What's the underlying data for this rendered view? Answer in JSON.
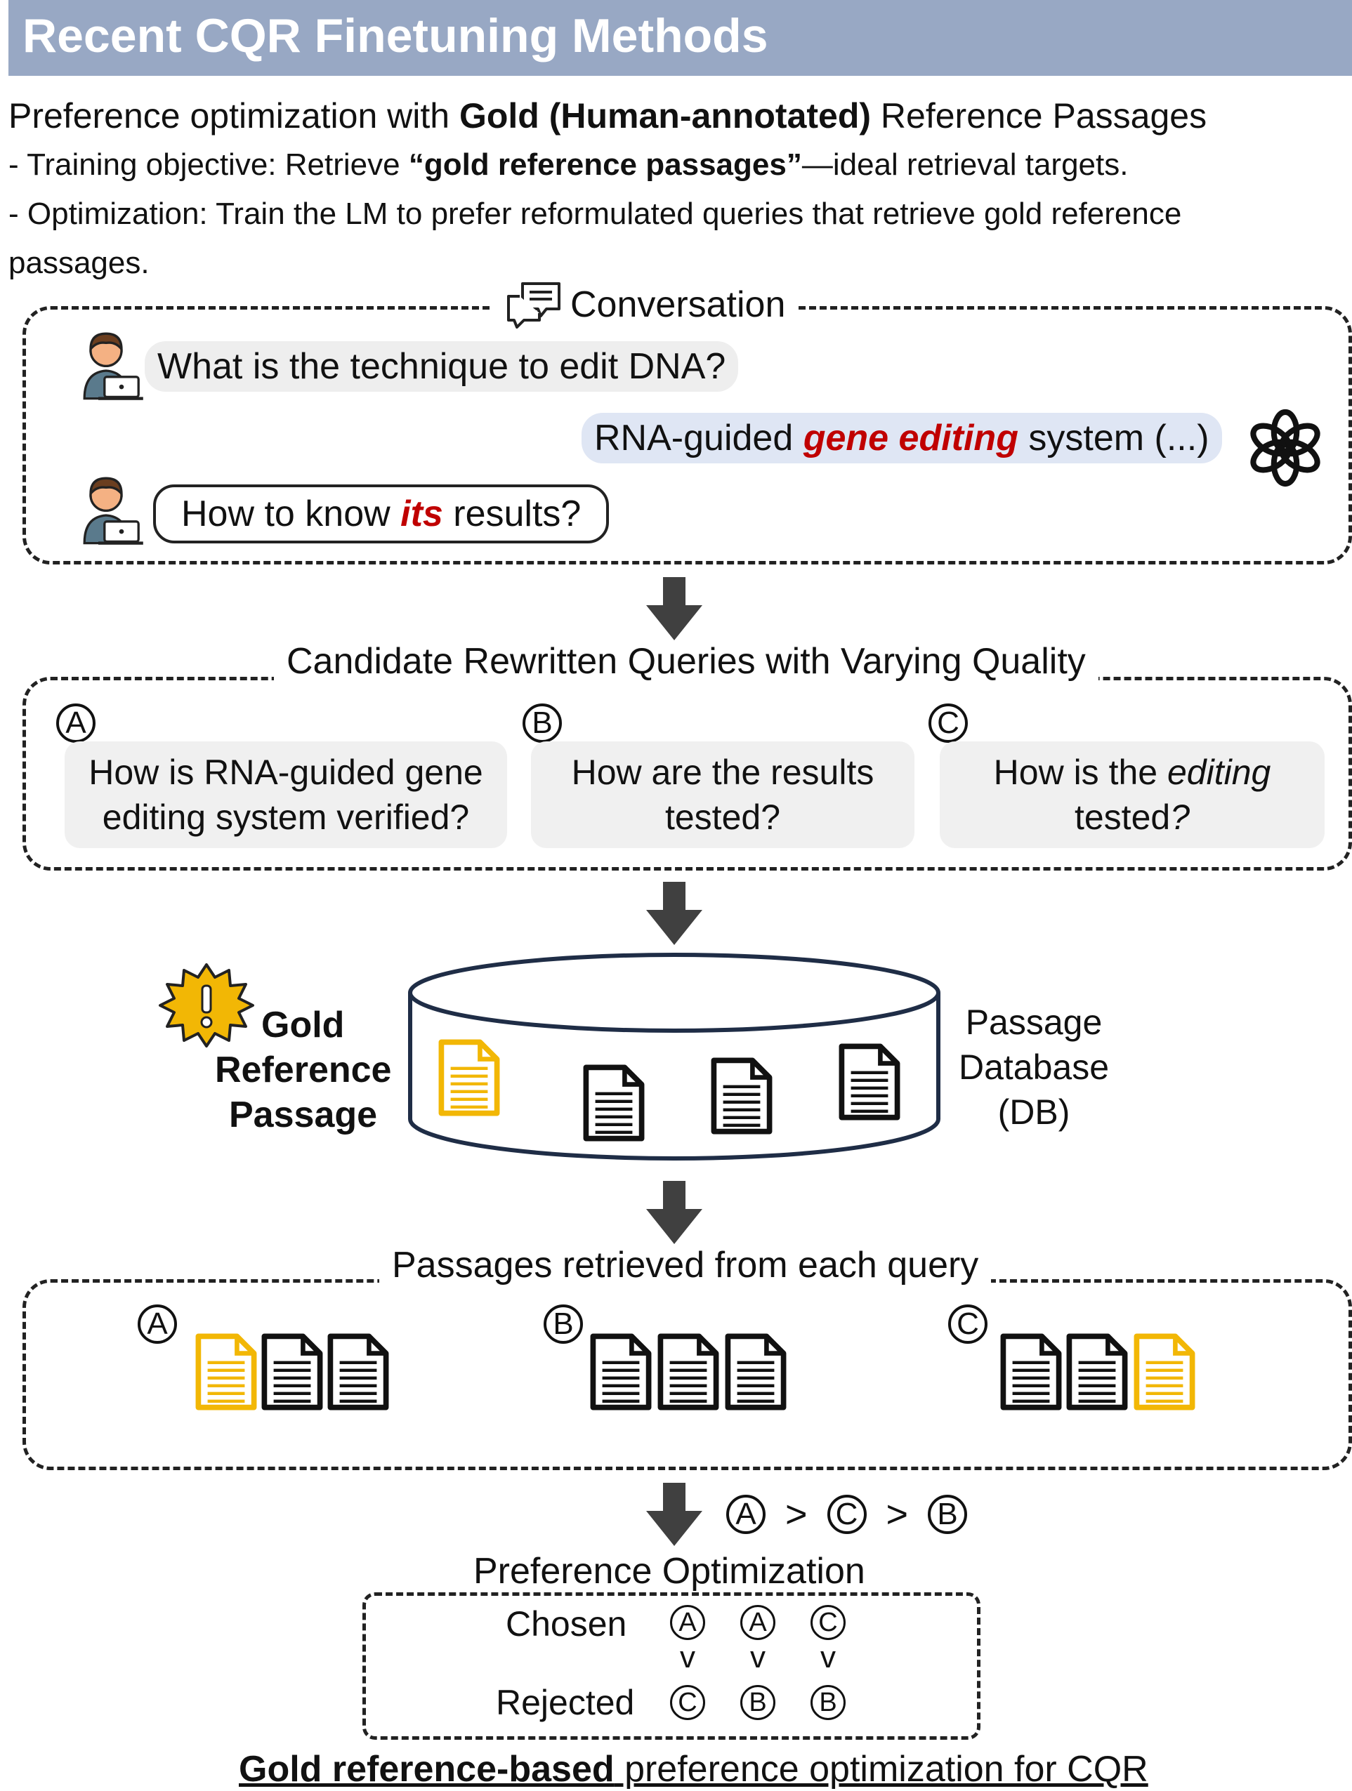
{
  "title": "Recent CQR Finetuning Methods",
  "heading": {
    "pre": "Preference optimization with ",
    "bold": "Gold (Human-annotated)",
    "post": " Reference Passages"
  },
  "bullets": {
    "b1_pre": "-  Training objective: Retrieve ",
    "b1_bold": "“gold reference passages”",
    "b1_post": "—ideal retrieval targets.",
    "b2_line1": "-  Optimization: Train the LM to prefer reformulated queries that retrieve gold reference",
    "b2_line2": "passages."
  },
  "conversation": {
    "label": "Conversation",
    "user_q1": "What is the technique to edit DNA?",
    "bot_pre": "RNA-guided ",
    "bot_em": "gene editing",
    "bot_post": " system (...)",
    "user_q2_pre": "How to know ",
    "user_q2_em": "its",
    "user_q2_post": " results?"
  },
  "candidates": {
    "label": "Candidate Rewritten Queries with Varying Quality",
    "a_mark": "A",
    "b_mark": "B",
    "c_mark": "C",
    "a_text": "How is RNA-guided gene editing system verified?",
    "b_text": "How are the results tested?",
    "c_pre": "How is the ",
    "c_em": "editing",
    "c_mid": " tested",
    "c_end": "?"
  },
  "database": {
    "gold_label_1": "Gold",
    "gold_label_2": "Reference",
    "gold_label_3": "Passage",
    "db_label_1": "Passage",
    "db_label_2": "Database",
    "db_label_3": "(DB)"
  },
  "retrieved": {
    "label": "Passages retrieved from each query",
    "a_mark": "A",
    "b_mark": "B",
    "c_mark": "C"
  },
  "ranking": {
    "first": "A",
    "sep1": ">",
    "second": "C",
    "sep2": ">",
    "third": "B"
  },
  "preference": {
    "label": "Preference Optimization",
    "chosen_label": "Chosen",
    "rejected_label": "Rejected",
    "chosen": [
      "A",
      "A",
      "C"
    ],
    "rejected": [
      "C",
      "B",
      "B"
    ],
    "compare": "v"
  },
  "footer": {
    "bold": "Gold reference-based",
    "rest": " preference optimization for CQR"
  },
  "colors": {
    "title_bar": "#98a8c4",
    "gold": "#f2b705",
    "highlight_red": "#c00000",
    "arrow": "#404040"
  }
}
